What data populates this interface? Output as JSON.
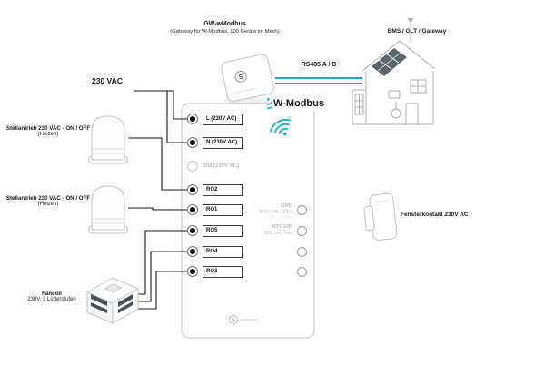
{
  "colors": {
    "accent_teal": "#1ba7bc",
    "wire": "#1a1a1a",
    "device_stroke": "#c2c7ca",
    "muted": "#b6bbbf"
  },
  "brand_letter": "S",
  "gateway": {
    "title": "GW-wModbus",
    "subtitle": "(Gateway für W-Modbus, 100 Geräte im Mesh)"
  },
  "bms": {
    "label": "BMS / GLT / Gateway"
  },
  "rs485": {
    "label": "RS485 A / B"
  },
  "power": {
    "label": "230 VAC"
  },
  "wmodbus": {
    "label": "W-Modbus"
  },
  "controller": {
    "left_terminals": [
      {
        "label": "L (230V AC)"
      },
      {
        "label": "N (230V AC)"
      },
      {
        "label": "DI2 (230V AC)"
      },
      {
        "label": "RO2"
      },
      {
        "label": "RO1"
      },
      {
        "label": "RO5"
      },
      {
        "label": "RO4"
      },
      {
        "label": "RO3"
      }
    ],
    "right_terminals": [
      {
        "label": "GND",
        "sublabel": "(NTC10K / DI1)"
      },
      {
        "label": "NTC10K",
        "sublabel": "(DI1 pot. frei)"
      }
    ]
  },
  "devices": {
    "actuator1": {
      "label": "Stellantrieb 230 VAC - ON / OFF",
      "sublabel": "(Heizen)"
    },
    "actuator2": {
      "label": "Stellantrieb 230 VAC - ON / OFF",
      "sublabel": "(Heizen)"
    },
    "fancoil": {
      "label": "Fancoil",
      "sublabel": "230V, 3 Lüfterstufen"
    },
    "window_contact": {
      "label": "Fensterkontakt 230V AC"
    }
  }
}
